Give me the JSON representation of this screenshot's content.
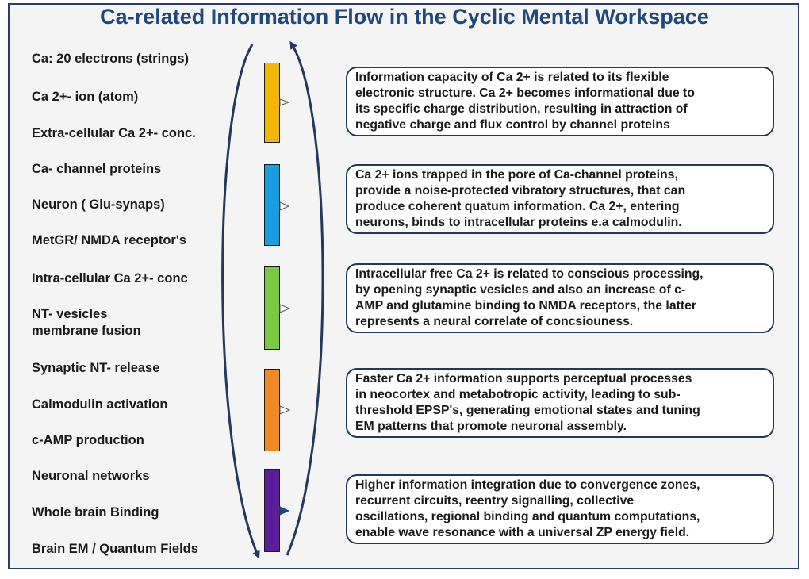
{
  "title": "Ca-related Information Flow in the Cyclic Mental Workspace",
  "labels": [
    "Ca:  20 electrons (strings)",
    "Ca 2+- ion (atom)",
    "Extra-cellular Ca 2+- conc.",
    "Ca- channel proteins",
    "Neuron ( Glu-synaps)",
    "MetGR/ NMDA receptor's",
    "Intra-cellular Ca 2+- conc",
    "NT- vesicles",
    "membrane fusion",
    "Synaptic NT- release",
    "Calmodulin activation",
    "c-AMP production",
    "Neuronal  networks",
    "Whole brain Binding",
    "Brain EM /  Quantum Fields"
  ],
  "bars": [
    {
      "color": "#f2b705"
    },
    {
      "color": "#1a9ee0"
    },
    {
      "color": "#7ac943"
    },
    {
      "color": "#f08a24"
    },
    {
      "color": "#5b1f99"
    }
  ],
  "boxes": [
    {
      "lines": [
        "Information capacity of Ca 2+ is related to its flexible",
        "electronic structure. Ca 2+ becomes informational due to",
        "its specific charge distribution, resulting in attraction of",
        "negative charge and flux control by channel proteins"
      ]
    },
    {
      "lines": [
        "Ca 2+ ions trapped in the pore of Ca-channel proteins,",
        "provide a noise-protected vibratory structures, that can",
        "produce coherent quatum information. Ca 2+, entering",
        "neurons, binds to intracellular proteins e.a calmodulin."
      ]
    },
    {
      "lines": [
        "Intracellular free Ca 2+ is related to conscious processing,",
        "by opening synaptic vesicles and also an  increase of c-",
        "AMP and glutamine binding to NMDA receptors, the latter",
        "represents a neural correlate of concsiouness."
      ]
    },
    {
      "lines": [
        "Faster Ca 2+ information supports perceptual processes",
        "in neocortex and metabotropic activity, leading to sub-",
        "threshold EPSP's, generating emotional states and tuning",
        "EM patterns that promote neuronal assembly."
      ]
    },
    {
      "lines": [
        "Higher information integration due to convergence zones,",
        "recurrent circuits, reentry signalling, collective",
        "oscillations, regional binding and quantum computations,",
        "enable wave resonance with a universal ZP energy field."
      ]
    }
  ],
  "colors": {
    "title": "#1f497d",
    "frame": "#2b3d63",
    "cycle_arrow": "#24385e"
  }
}
